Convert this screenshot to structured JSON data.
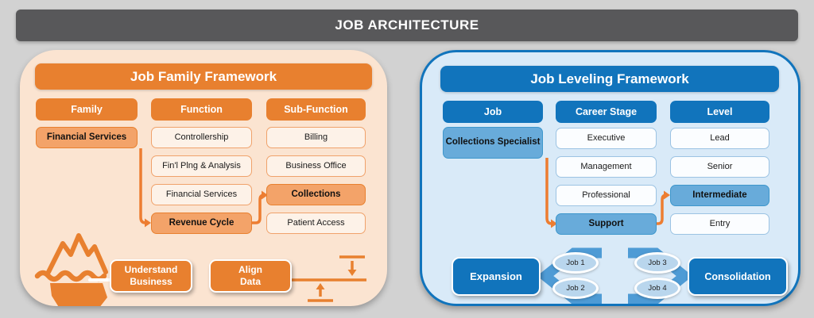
{
  "page": {
    "title": "JOB ARCHITECTURE"
  },
  "family_panel": {
    "title": "Job Family Framework",
    "columns": [
      {
        "header": "Family",
        "items": [
          {
            "label": "Financial Services",
            "highlight": true
          }
        ]
      },
      {
        "header": "Function",
        "items": [
          {
            "label": "Controllership",
            "highlight": false
          },
          {
            "label": "Fin'l Plng & Analysis",
            "highlight": false
          },
          {
            "label": "Financial Services",
            "highlight": false
          },
          {
            "label": "Revenue Cycle",
            "highlight": true
          }
        ]
      },
      {
        "header": "Sub-Function",
        "items": [
          {
            "label": "Billing",
            "highlight": false
          },
          {
            "label": "Business Office",
            "highlight": false
          },
          {
            "label": "Collections",
            "highlight": true
          },
          {
            "label": "Patient Access",
            "highlight": false
          }
        ]
      }
    ],
    "callout_1": "Understand Business",
    "callout_2": "Align Data",
    "icons": [
      "iceberg-icon",
      "align-arrows-icon"
    ]
  },
  "leveling_panel": {
    "title": "Job Leveling Framework",
    "columns": [
      {
        "header": "Job",
        "items": [
          {
            "label": "Collections Specialist",
            "highlight": true
          }
        ]
      },
      {
        "header": "Career Stage",
        "items": [
          {
            "label": "Executive",
            "highlight": false
          },
          {
            "label": "Management",
            "highlight": false
          },
          {
            "label": "Professional",
            "highlight": false
          },
          {
            "label": "Support",
            "highlight": true
          }
        ]
      },
      {
        "header": "Level",
        "items": [
          {
            "label": "Lead",
            "highlight": false
          },
          {
            "label": "Senior",
            "highlight": false
          },
          {
            "label": "Intermediate",
            "highlight": true
          },
          {
            "label": "Entry",
            "highlight": false
          }
        ]
      }
    ],
    "expansion": "Expansion",
    "consolidation": "Consolidation",
    "job_groups": {
      "left": [
        "Job 1",
        "Job 2"
      ],
      "right": [
        "Job 3",
        "Job 4"
      ]
    }
  },
  "colors": {
    "banner_gray": "#58585A",
    "orange_primary": "#E8802F",
    "orange_highlight": "#F3A369",
    "orange_panel_bg": "#FBE4D1",
    "blue_primary": "#1174BC",
    "blue_highlight": "#68ABDA",
    "blue_panel_bg": "#D9EAF8",
    "connector_orange": "#ED7D31",
    "chevron_blue": "#4E9BD5"
  }
}
